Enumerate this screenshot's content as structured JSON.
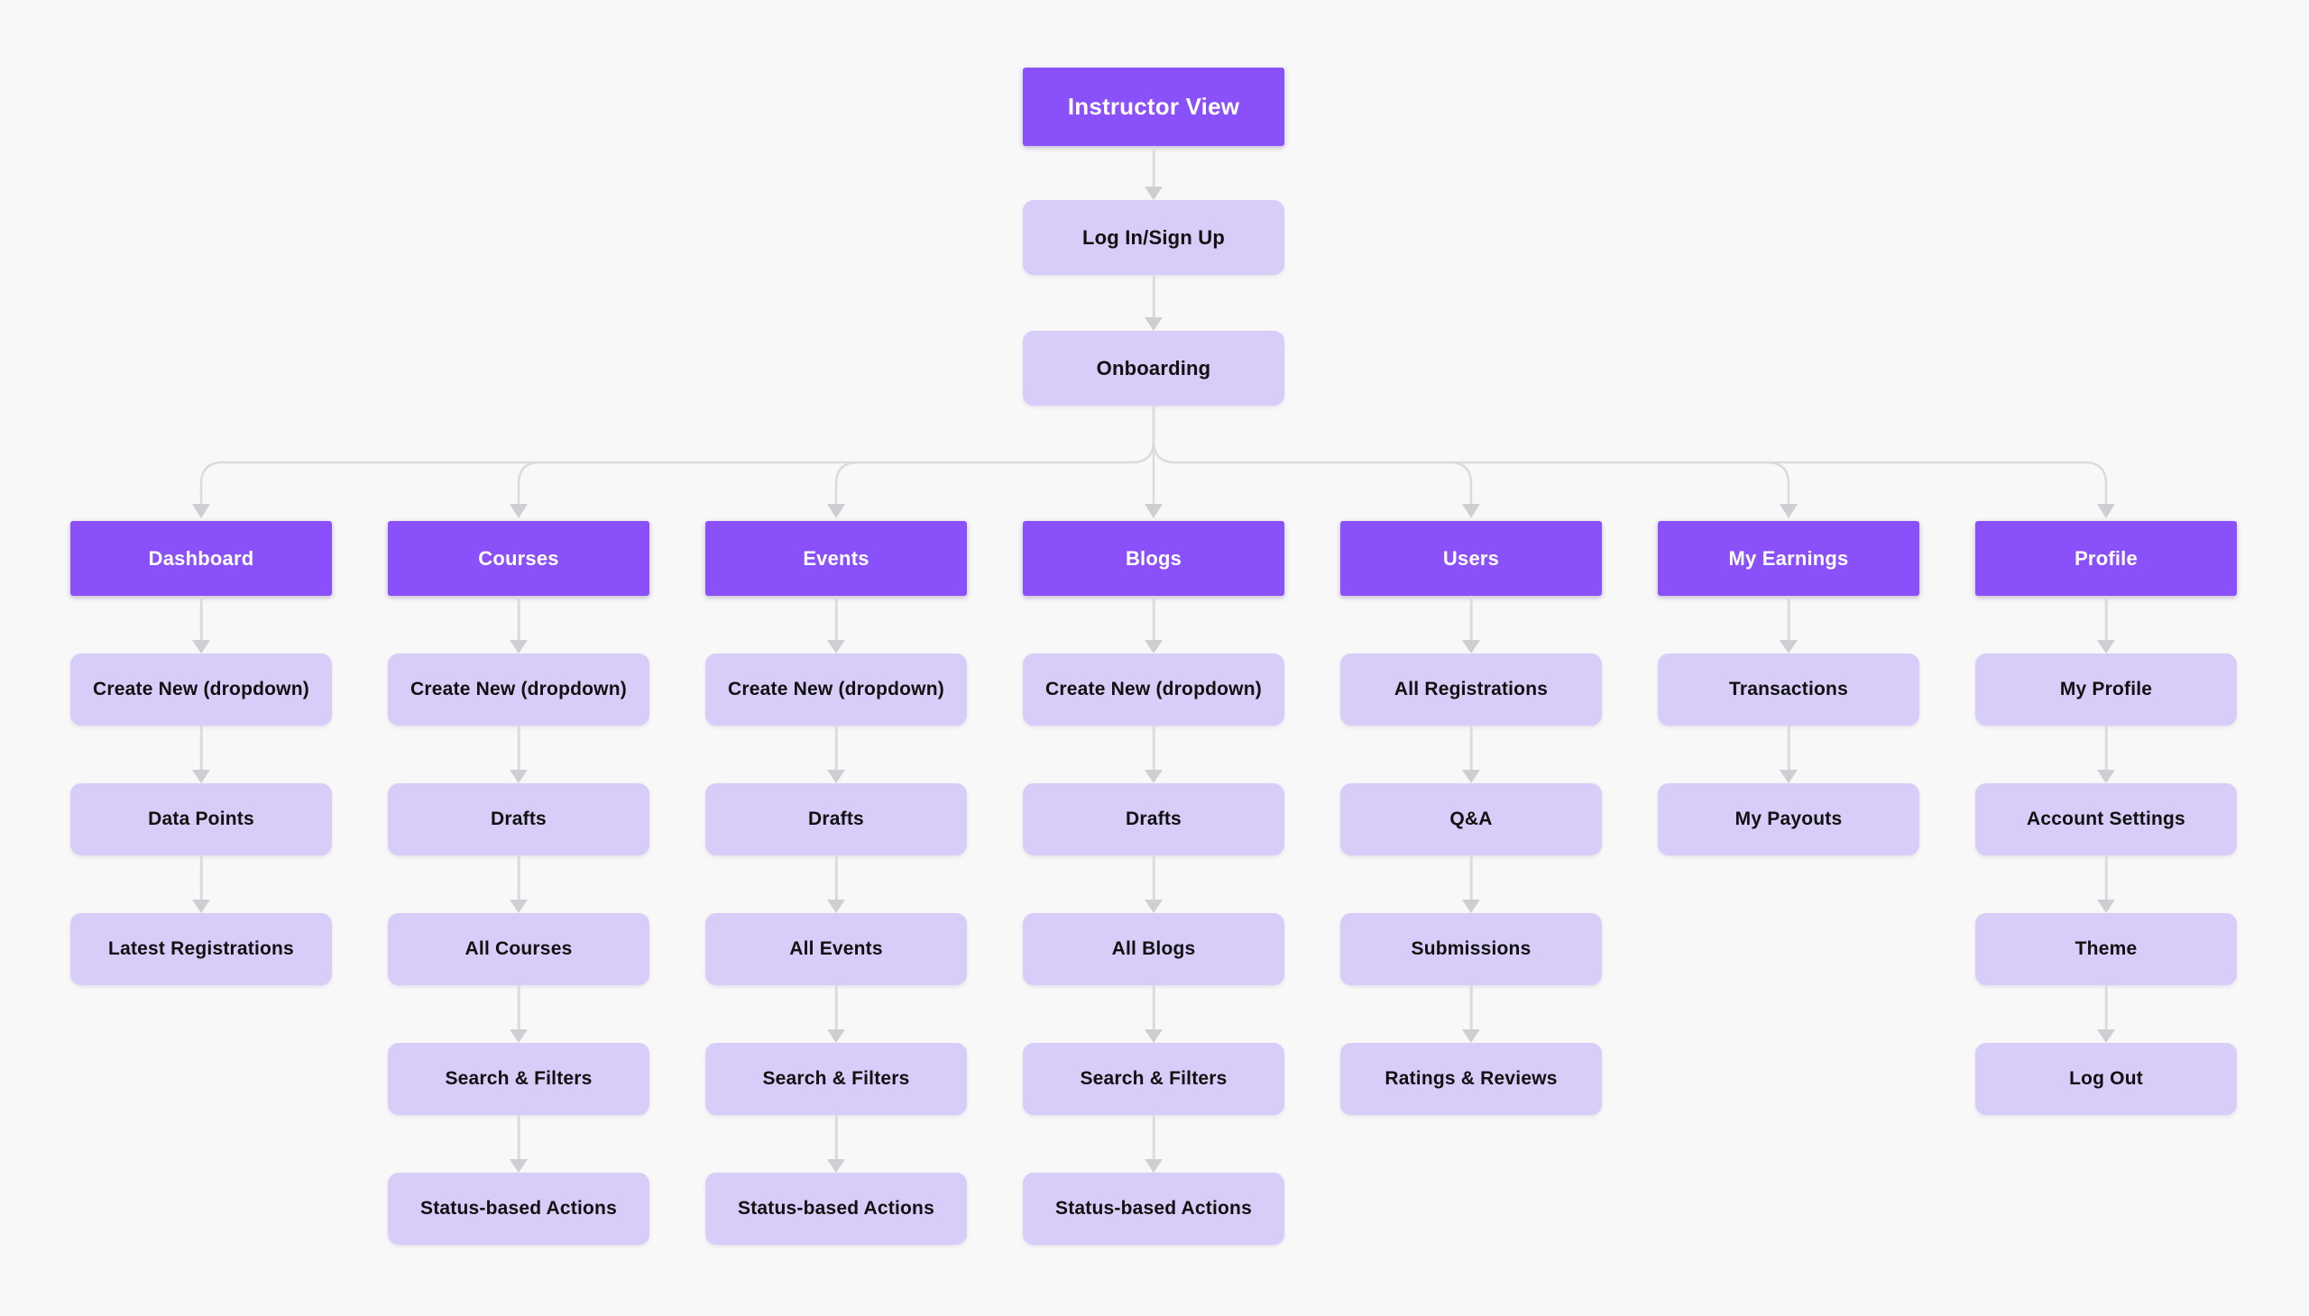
{
  "diagram": {
    "title": "Instructor View",
    "entry_flow": [
      "Log In/Sign Up",
      "Onboarding"
    ],
    "columns": [
      {
        "header": "Dashboard",
        "items": [
          "Create New (dropdown)",
          "Data Points",
          "Latest Registrations"
        ]
      },
      {
        "header": "Courses",
        "items": [
          "Create New (dropdown)",
          "Drafts",
          "All Courses",
          "Search & Filters",
          "Status-based Actions"
        ]
      },
      {
        "header": "Events",
        "items": [
          "Create New (dropdown)",
          "Drafts",
          "All Events",
          "Search & Filters",
          "Status-based Actions"
        ]
      },
      {
        "header": "Blogs",
        "items": [
          "Create New (dropdown)",
          "Drafts",
          "All Blogs",
          "Search & Filters",
          "Status-based Actions"
        ]
      },
      {
        "header": "Users",
        "items": [
          "All Registrations",
          "Q&A",
          "Submissions",
          "Ratings & Reviews"
        ]
      },
      {
        "header": "My Earnings",
        "items": [
          "Transactions",
          "My Payouts"
        ]
      },
      {
        "header": "Profile",
        "items": [
          "My Profile",
          "Account Settings",
          "Theme",
          "Log Out"
        ]
      }
    ],
    "colors": {
      "accent": "#8A50FA",
      "node_fill": "#D8CCF8",
      "background": "#F8F8F8",
      "connector_line": "#DBDADE",
      "arrowhead": "#CFCED3",
      "text_dark": "#111111",
      "text_light": "#FFFFFF"
    }
  }
}
